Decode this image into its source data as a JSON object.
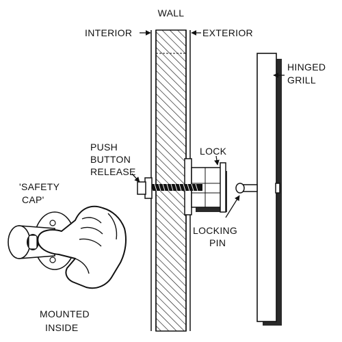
{
  "labels": {
    "wall": "WALL",
    "interior": "INTERIOR",
    "exterior": "EXTERIOR",
    "hinged_grill_line1": "HINGED",
    "hinged_grill_line2": "GRILL",
    "push_button_line1": "PUSH",
    "push_button_line2": "BUTTON",
    "push_button_line3": "RELEASE",
    "lock": "LOCK",
    "safety_cap_line1": "'SAFETY",
    "safety_cap_line2": "CAP'",
    "locking_pin_line1": "LOCKING",
    "locking_pin_line2": "PIN",
    "mounted_inside_line1": "MOUNTED",
    "mounted_inside_line2": "INSIDE"
  },
  "colors": {
    "ink": "#111111",
    "paper": "#ffffff",
    "shadow": "#2a2a2a"
  }
}
